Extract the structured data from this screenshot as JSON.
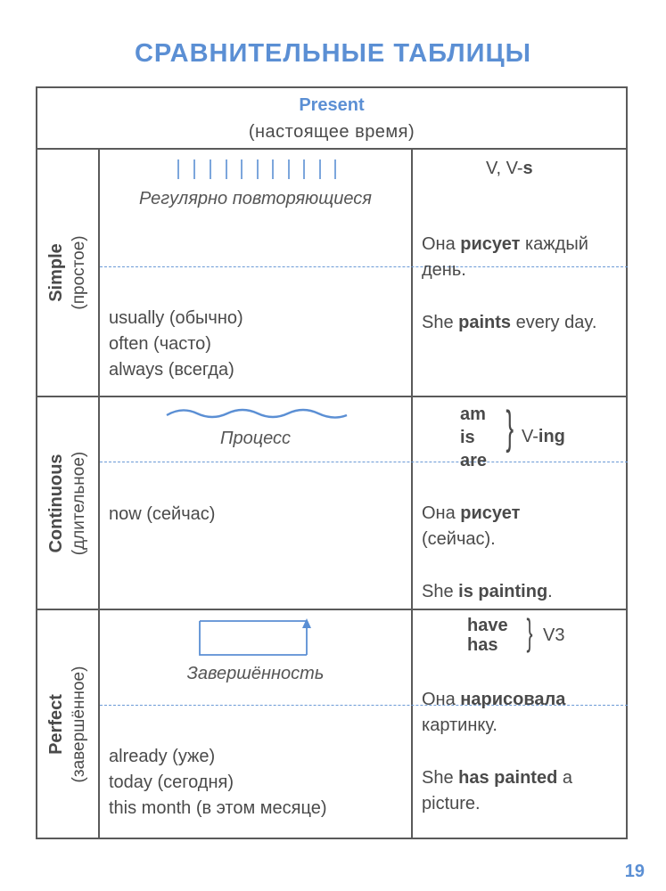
{
  "title": "СРАВНИТЕЛЬНЫЕ ТАБЛИЦЫ",
  "header": {
    "tense": "Present",
    "tense_ru": "(настоящее время)"
  },
  "accent_color": "#5b8fd4",
  "rows": [
    {
      "aspect": "Simple",
      "aspect_ru": "(простое)",
      "icon": "repeated-ticks-icon",
      "concept": "Регулярно повторяющиеся",
      "markers": [
        "usually (обычно)",
        "often (часто)",
        "always (всегда)"
      ],
      "formula": "V, V-",
      "formula_bold": "s",
      "example_ru_pre": "Она ",
      "example_ru_bold": "рисует",
      "example_ru_post": " каждый день.",
      "example_en_pre": "She ",
      "example_en_bold": "paints",
      "example_en_post": " every day."
    },
    {
      "aspect": "Continuous",
      "aspect_ru": "(длительное)",
      "icon": "wave-icon",
      "concept": "Процесс",
      "markers": [
        "now (сейчас)"
      ],
      "aux": [
        "am",
        "is",
        "are"
      ],
      "formula": "V-",
      "formula_bold": "ing",
      "example_ru_pre": "Она ",
      "example_ru_bold": "рисует",
      "example_ru_post": " (сейчас).",
      "example_en_pre": "She ",
      "example_en_bold": "is painting",
      "example_en_post": "."
    },
    {
      "aspect": "Perfect",
      "aspect_ru": "(завершённое)",
      "icon": "completed-box-arrow-icon",
      "concept": "Завершённость",
      "markers": [
        "already (уже)",
        "today (сегодня)",
        "this month (в этом месяце)"
      ],
      "aux": [
        "have",
        "has"
      ],
      "formula": "V3",
      "example_ru_pre": "Она ",
      "example_ru_bold": "нарисовала",
      "example_ru_post": " картинку.",
      "example_en_pre": "She ",
      "example_en_bold": "has painted",
      "example_en_post": " a picture."
    }
  ],
  "page_number": "19"
}
